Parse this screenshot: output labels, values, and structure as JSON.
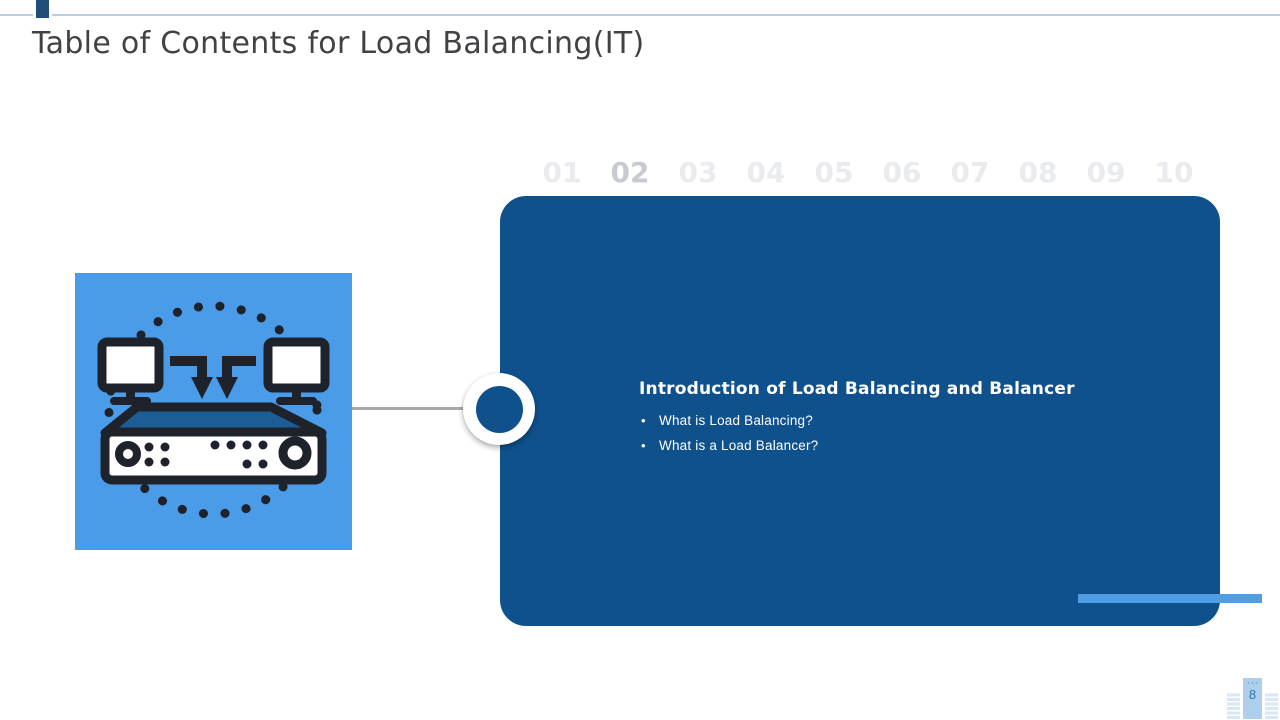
{
  "slide": {
    "title": "Table of Contents for Load Balancing(IT)",
    "page_number": "8"
  },
  "toc_numbers": {
    "items": [
      {
        "label": "01",
        "active": false
      },
      {
        "label": "02",
        "active": true
      },
      {
        "label": "03",
        "active": false
      },
      {
        "label": "04",
        "active": false
      },
      {
        "label": "05",
        "active": false
      },
      {
        "label": "06",
        "active": false
      },
      {
        "label": "07",
        "active": false
      },
      {
        "label": "08",
        "active": false
      },
      {
        "label": "09",
        "active": false
      },
      {
        "label": "10",
        "active": false
      }
    ]
  },
  "content_panel": {
    "heading": "Introduction of Load Balancing and Balancer",
    "bullets": [
      "What is Load Balancing?",
      "What is a Load Balancer?"
    ]
  },
  "icon": {
    "name": "load-balancer-icon",
    "description": "two monitors with arrows feeding into a load balancer appliance inside a dotted circle"
  },
  "colors": {
    "panel_blue": "#0f518c",
    "tile_blue": "#4a9ce8",
    "bar_blue": "#4f9de2",
    "accent_dark_blue": "#1f4e79",
    "top_line_blue": "#b7cee3",
    "connector_gray": "#a8a8a8",
    "title_gray": "#404245",
    "number_inactive": "#e9ebee",
    "number_active": "#c7cbd1",
    "page_number_blue": "#2e75b6"
  }
}
